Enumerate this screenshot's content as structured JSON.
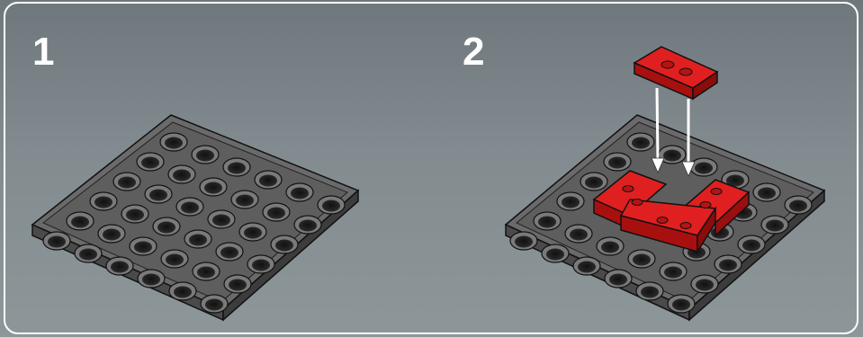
{
  "steps": [
    {
      "number": "1"
    },
    {
      "number": "2"
    }
  ],
  "colors": {
    "background": "#7d878b",
    "border": "#ffffff",
    "baseplate": "#5c5c5c",
    "brick": "#d81a1a",
    "arrow": "#ffffff"
  },
  "icons": {
    "step1": "gray-6x6-plate",
    "step2": "gray-plate-with-red-bricks"
  }
}
